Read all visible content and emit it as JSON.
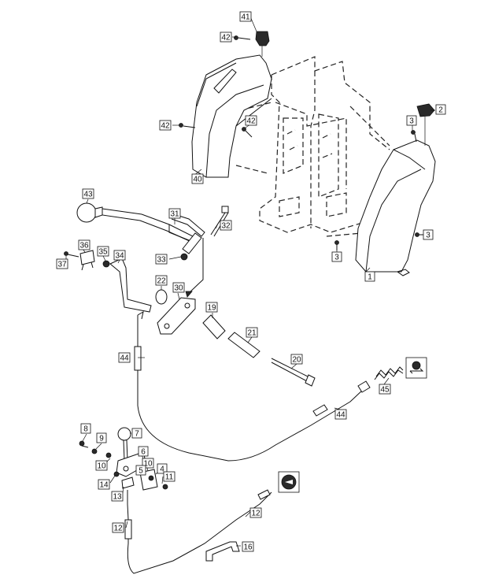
{
  "labels": {
    "p1": "1",
    "p2": "2",
    "p3a": "3",
    "p3b": "3",
    "p3c": "3",
    "p4": "4",
    "p5": "5",
    "p6": "6",
    "p7": "7",
    "p8": "8",
    "p9": "9",
    "p10a": "10",
    "p10b": "10",
    "p11": "11",
    "p12a": "12",
    "p12b": "12",
    "p13": "13",
    "p14": "14",
    "p16": "16",
    "p19": "19",
    "p20": "20",
    "p21": "21",
    "p22": "22",
    "p30": "30",
    "p31": "31",
    "p32": "32",
    "p33": "33",
    "p34": "34",
    "p35": "35",
    "p36": "36",
    "p37": "37",
    "p40": "40",
    "p41": "41",
    "p42a": "42",
    "p42b": "42",
    "p42c": "42",
    "p43": "43",
    "p44a": "44",
    "p44b": "44",
    "p45": "45"
  },
  "icons": {
    "top_right": "reverse-gear-icon",
    "bottom": "forward-hand-icon"
  }
}
